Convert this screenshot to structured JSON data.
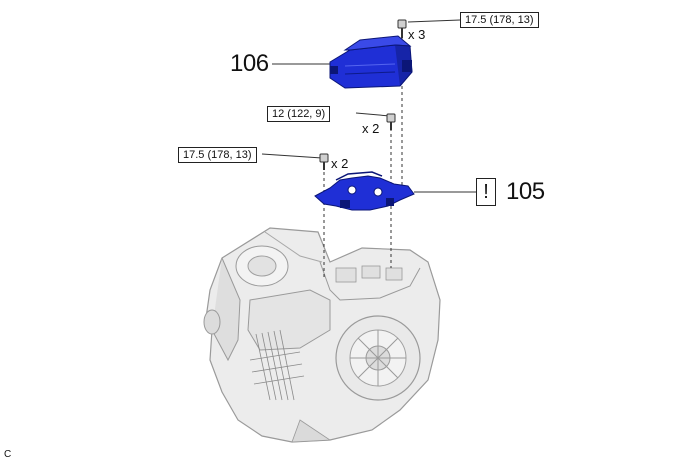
{
  "torque_labels": {
    "top_bolt": "17.5 (178, 13)",
    "middle_bolt": "12 (122, 9)",
    "left_bolt": "17.5 (178, 13)"
  },
  "quantities": {
    "top_bolt": "x 3",
    "middle_bolt": "x 2",
    "left_bolt": "x 2"
  },
  "parts": {
    "ecu": "106",
    "bracket": "105"
  },
  "warning_symbol": "!",
  "corner_code": "C",
  "colors": {
    "part_highlight": "#1f2fd6",
    "part_dark": "#0b1677",
    "housing": "#e6e6e6",
    "housing_line": "#9a9a9a"
  },
  "icons": [
    "bolt-icon",
    "warning-box-icon"
  ]
}
